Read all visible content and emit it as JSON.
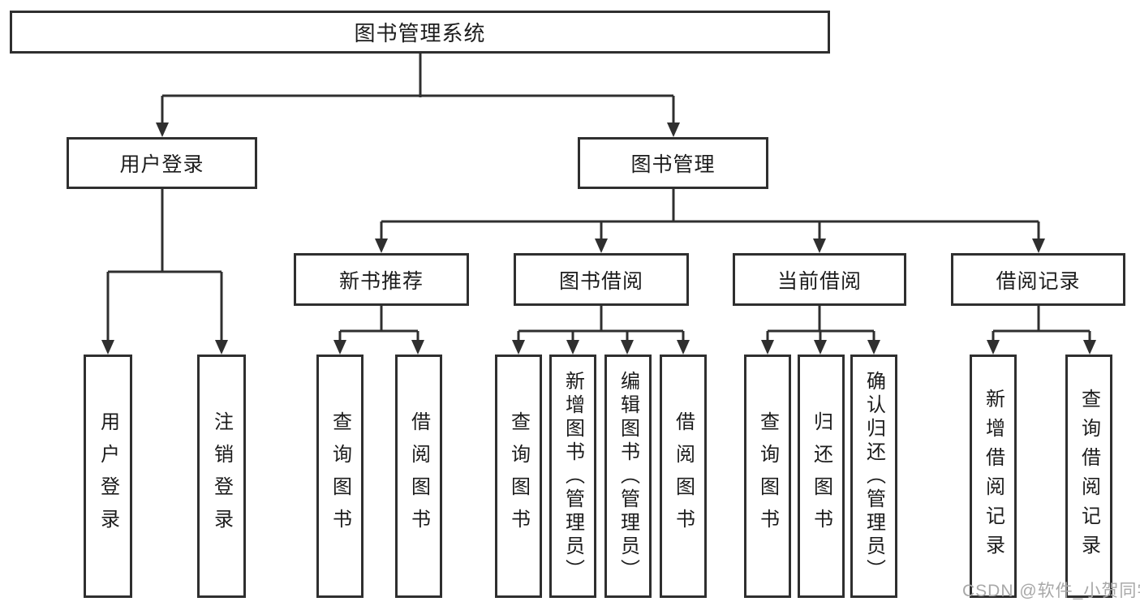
{
  "tree": {
    "root": "图书管理系统",
    "level2": [
      {
        "label": "用户登录"
      },
      {
        "label": "图书管理"
      }
    ],
    "level3": [
      {
        "label": "新书推荐"
      },
      {
        "label": "图书借阅"
      },
      {
        "label": "当前借阅"
      },
      {
        "label": "借阅记录"
      }
    ],
    "leaves": {
      "user": [
        "用户登录",
        "注销登录"
      ],
      "recommend": [
        "查询图书",
        "借阅图书"
      ],
      "borrow": [
        "查询图书",
        "新增图书（管理员）",
        "编辑图书（管理员）",
        "借阅图书"
      ],
      "current": [
        "查询图书",
        "归还图书",
        "确认归还（管理员）"
      ],
      "records": [
        "新增借阅记录",
        "查询借阅记录"
      ]
    }
  },
  "watermark": "CSDN @软件_小贺同学",
  "colors": {
    "line": "#2f2f2f",
    "text": "#1c1c1c",
    "watermark": "#a8a8a8",
    "background": "#ffffff"
  }
}
